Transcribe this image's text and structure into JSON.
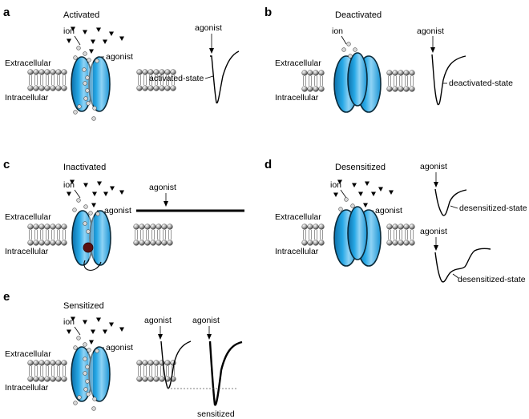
{
  "colors": {
    "channel_fill": "#1a94d4",
    "channel_highlight": "#8fd3f5",
    "channel_stroke": "#0a2a3a",
    "lipid_head": "#9a9a9a",
    "inhibitor": "#5a1010"
  },
  "panels": {
    "a": {
      "letter": "a",
      "title": "Activated",
      "ion": "ion",
      "agonist": "agonist",
      "extracellular": "Extracellular",
      "intracellular": "Intracellular",
      "trace_agonist": "agonist",
      "trace_label": "activated-state"
    },
    "b": {
      "letter": "b",
      "title": "Deactivated",
      "ion": "ion",
      "extracellular": "Extracellular",
      "intracellular": "Intracellular",
      "trace_agonist": "agonist",
      "trace_label": "deactivated-state"
    },
    "c": {
      "letter": "c",
      "title": "Inactivated",
      "ion": "ion",
      "agonist": "agonist",
      "extracellular": "Extracellular",
      "intracellular": "Intracellular",
      "trace_agonist": "agonist"
    },
    "d": {
      "letter": "d",
      "title": "Desensitized",
      "ion": "ion",
      "agonist": "agonist",
      "extracellular": "Extracellular",
      "intracellular": "Intracellular",
      "trace1_agonist": "agonist",
      "trace1_label": "desensitized-state",
      "trace2_agonist": "agonist",
      "trace2_label": "desensitized-state"
    },
    "e": {
      "letter": "e",
      "title": "Sensitized",
      "ion": "ion",
      "agonist": "agonist",
      "extracellular": "Extracellular",
      "intracellular": "Intracellular",
      "trace1_agonist": "agonist",
      "trace2_agonist": "agonist",
      "trace2_label": "sensitized"
    }
  }
}
